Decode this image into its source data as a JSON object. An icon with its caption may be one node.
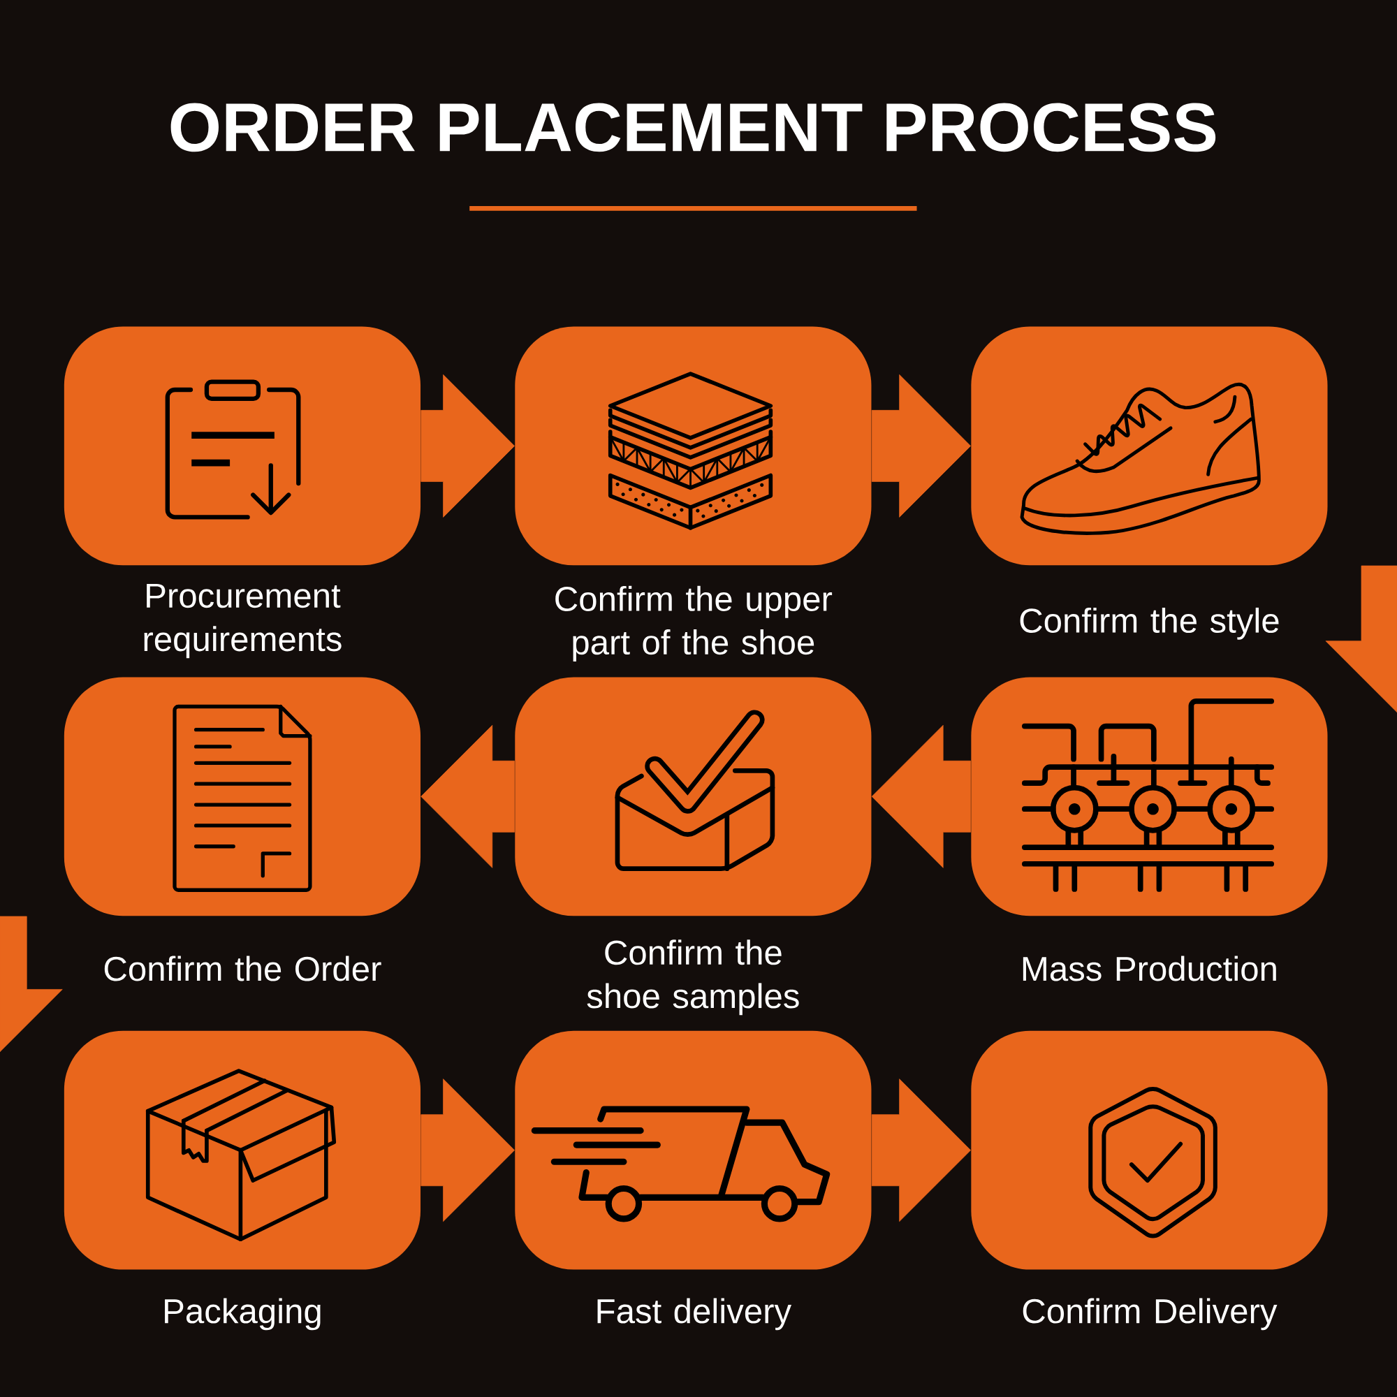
{
  "diagram": {
    "title": "ORDER PLACEMENT PROCESS",
    "nodes": [
      {
        "text": [
          "Procurement requirements"
        ]
      },
      {
        "text": [
          "Confirm the upper part of the shoe"
        ]
      },
      {
        "text": [
          "Confirm the style"
        ]
      },
      {
        "text": [
          "Confirm the Order"
        ]
      },
      {
        "text": [
          "Confirm the shoe samples"
        ]
      },
      {
        "text": [
          "Mass Production"
        ]
      },
      {
        "text": [
          "Packaging"
        ]
      },
      {
        "text": [
          "Fast delivery"
        ]
      },
      {
        "text": [
          "Confirm Delivery"
        ]
      }
    ],
    "edges": [
      {
        "from": 0,
        "to": 1,
        "arrow": "to"
      },
      {
        "from": 1,
        "to": 2,
        "arrow": "to"
      },
      {
        "from": 2,
        "to": 5,
        "arrow": "to"
      },
      {
        "from": 5,
        "to": 4,
        "arrow": "to"
      },
      {
        "from": 4,
        "to": 3,
        "arrow": "to"
      },
      {
        "from": 3,
        "to": 6,
        "arrow": "to"
      },
      {
        "from": 6,
        "to": 7,
        "arrow": "to"
      },
      {
        "from": 7,
        "to": 8,
        "arrow": "to"
      }
    ]
  }
}
